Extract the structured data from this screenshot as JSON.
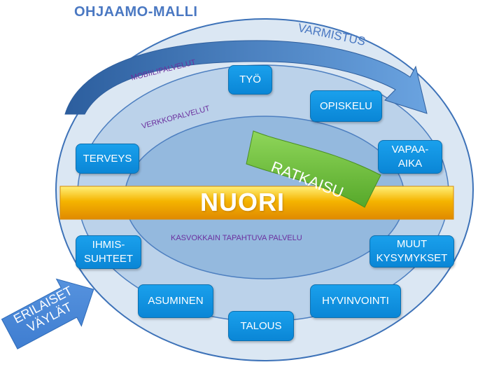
{
  "title": "OHJAAMO-MALLI",
  "rings": {
    "outer_label": "MOBIILIPALVELUT",
    "middle_label": "VERKKOPALVELUT",
    "inner_label": "KASVOKKAIN TAPAHTUVA PALVELU"
  },
  "center": "NUORI",
  "top_arrow_label": "VARMISTUS",
  "bottom_arrow_label": "ERILAISET\nVÄYLÄT",
  "solution_label": "RATKAISU",
  "topics": {
    "tyo": "TYÖ",
    "opiskelu": "OPISKELU",
    "vapaa_aika": "VAPAA-\nAIKA",
    "terveys": "TERVEYS",
    "ihmissuhteet": "IHMIS-\nSUHTEET",
    "muut_kysymykset": "MUUT\nKYSYMYKSET",
    "asuminen": "ASUMINEN",
    "hyvinvointi": "HYVINVOINTI",
    "talous": "TALOUS"
  },
  "colors": {
    "outer_ring": "#dbe7f3",
    "middle_ring": "#bbd2ea",
    "inner_ring": "#94b9de",
    "topic_box": "#0f92df",
    "center_bar": "#f5b400",
    "solution_banner": "#6cbf3b",
    "arrow": "#3f7fcf"
  }
}
